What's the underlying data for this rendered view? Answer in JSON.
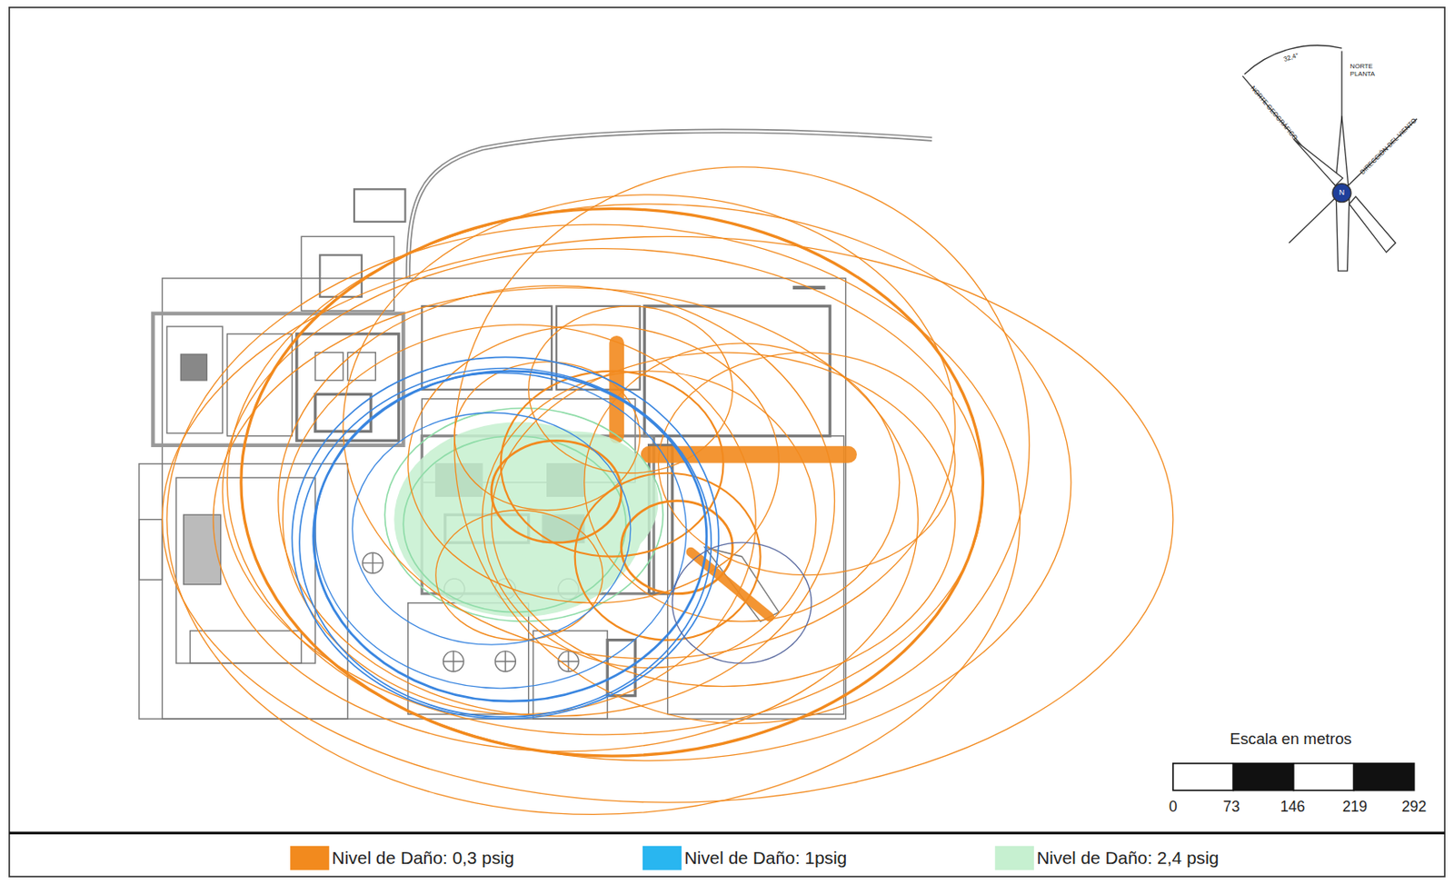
{
  "diagram": {
    "labels": [
      "32,4°",
      "NORTE PLANTA",
      "NORTE GEOGRÁFICO",
      "DIRECCIÓN DEL VIENTO",
      "N",
      "Escala en metros",
      "0",
      "73",
      "146",
      "219",
      "292"
    ],
    "legend": [
      {
        "text": "Nivel de Daño: 0,3 psig",
        "color": "#f28a1e"
      },
      {
        "text": "Nivel de Daño: 1psig",
        "color": "#29b6f0"
      },
      {
        "text": "Nivel de Daño: 2,4 psig",
        "color": "#c6f0d0"
      }
    ]
  }
}
